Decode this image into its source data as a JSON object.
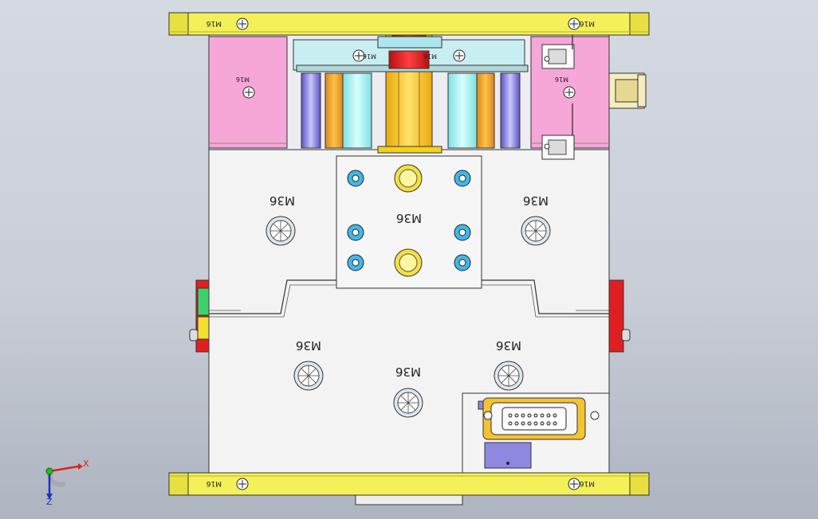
{
  "labels": {
    "top_plate_left": "M16",
    "top_plate_right": "M16",
    "bottom_plate_left": "M16",
    "bottom_plate_right": "M16",
    "bridge_left": "M16",
    "bridge_right": "M16",
    "pink_left": "M16",
    "pink_right": "M16",
    "upper_left": "M36",
    "upper_right": "M36",
    "center_block": "M36",
    "lower_left": "M36",
    "lower_right": "M36",
    "lower_center": "M36"
  },
  "triad": {
    "x_label": "X",
    "z_label": "Z"
  },
  "colors": {
    "yellow_plate": "#f4f05a",
    "pink_block": "#f7a6d8",
    "white_plate": "#f4f4f4",
    "cyan": "#aef0f0",
    "orange": "#f2a020",
    "purple": "#7a74d8",
    "red": "#e02020",
    "green": "#40d070"
  }
}
